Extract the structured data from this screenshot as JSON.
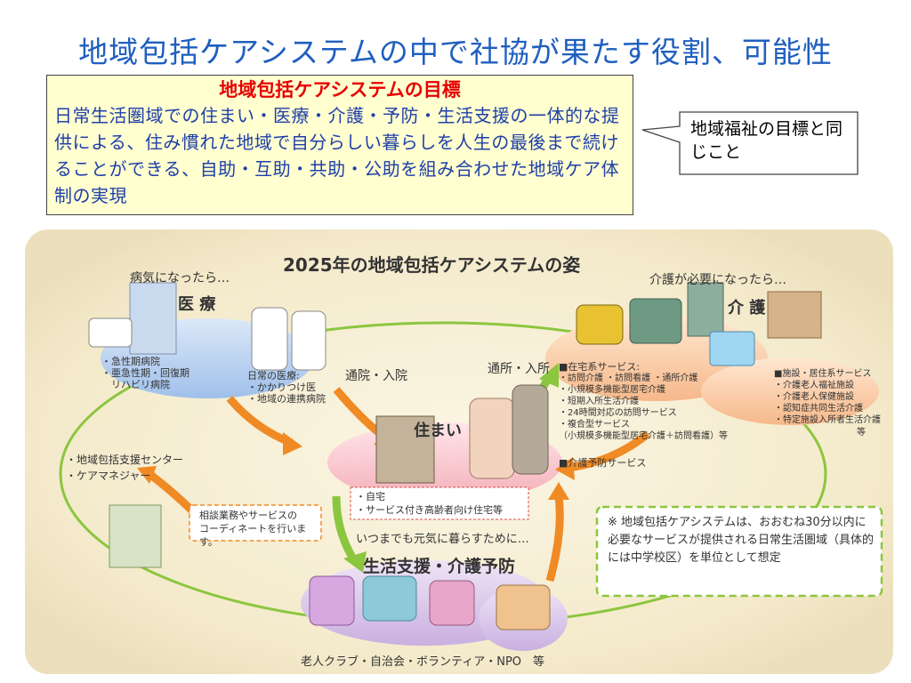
{
  "slide": {
    "title": "地域包括ケアシステムの中で社協が果たす役割、可能性"
  },
  "goal_box": {
    "heading": "地域包括ケアシステムの目標",
    "body": "日常生活圏域での住まい・医療・介護・予防・生活支援の一体的な提供による、住み慣れた地域で自分らしい暮らしを人生の最後まで続けることができる、自助・互助・共助・公助を組み合わせた地域ケア体制の実現"
  },
  "callout": {
    "text": "地域福祉の目標と同じこと"
  },
  "diagram": {
    "title": "2025年の地域包括ケアシステムの姿",
    "medical": {
      "caption": "病気になったら…",
      "heading": "医 療",
      "hospitals": [
        "・急性期病院",
        "・亜急性期・回復期",
        "　リハビリ病院"
      ],
      "daily": [
        "日常の医療:",
        "・かかりつけ医",
        "・地域の連携病院"
      ]
    },
    "care": {
      "caption": "介護が必要になったら…",
      "heading": "介 護",
      "home_services": [
        "■在宅系サービス:",
        "・訪問介護 ・訪問看護 ・通所介護",
        "・小規模多機能型居宅介護",
        "・短期入所生活介護",
        "・24時間対応の訪問サービス",
        "・複合型サービス",
        "（小規模多機能型居宅介護＋訪問看護）等"
      ],
      "prevention": "■介護予防サービス",
      "facility_services": [
        "■施設・居住系サービス",
        "・介護老人福祉施設",
        "・介護老人保健施設",
        "・認知症共同生活介護",
        "・特定施設入所者生活介護"
      ],
      "facility_etc": "等"
    },
    "arrows": {
      "hospital": "通院・入院",
      "daycare": "通所・入所"
    },
    "housing": {
      "heading": "住まい",
      "items": [
        "・自宅",
        "・サービス付き高齢者向け住宅等"
      ]
    },
    "support_center": [
      "・地域包括支援センター",
      "・ケアマネジャー"
    ],
    "consult_bubble": "相談業務やサービスの\nコーディネートを行います。",
    "living": {
      "caption": "いつまでも元気に暮らすために…",
      "heading": "生活支援・介護予防",
      "footer": "老人クラブ・自治会・ボランティア・NPO　等"
    },
    "note": "※ 地域包括ケアシステムは、おおむね30分以内に必要なサービスが提供される日常生活圏域（具体的には中学校区）を単位として想定"
  }
}
